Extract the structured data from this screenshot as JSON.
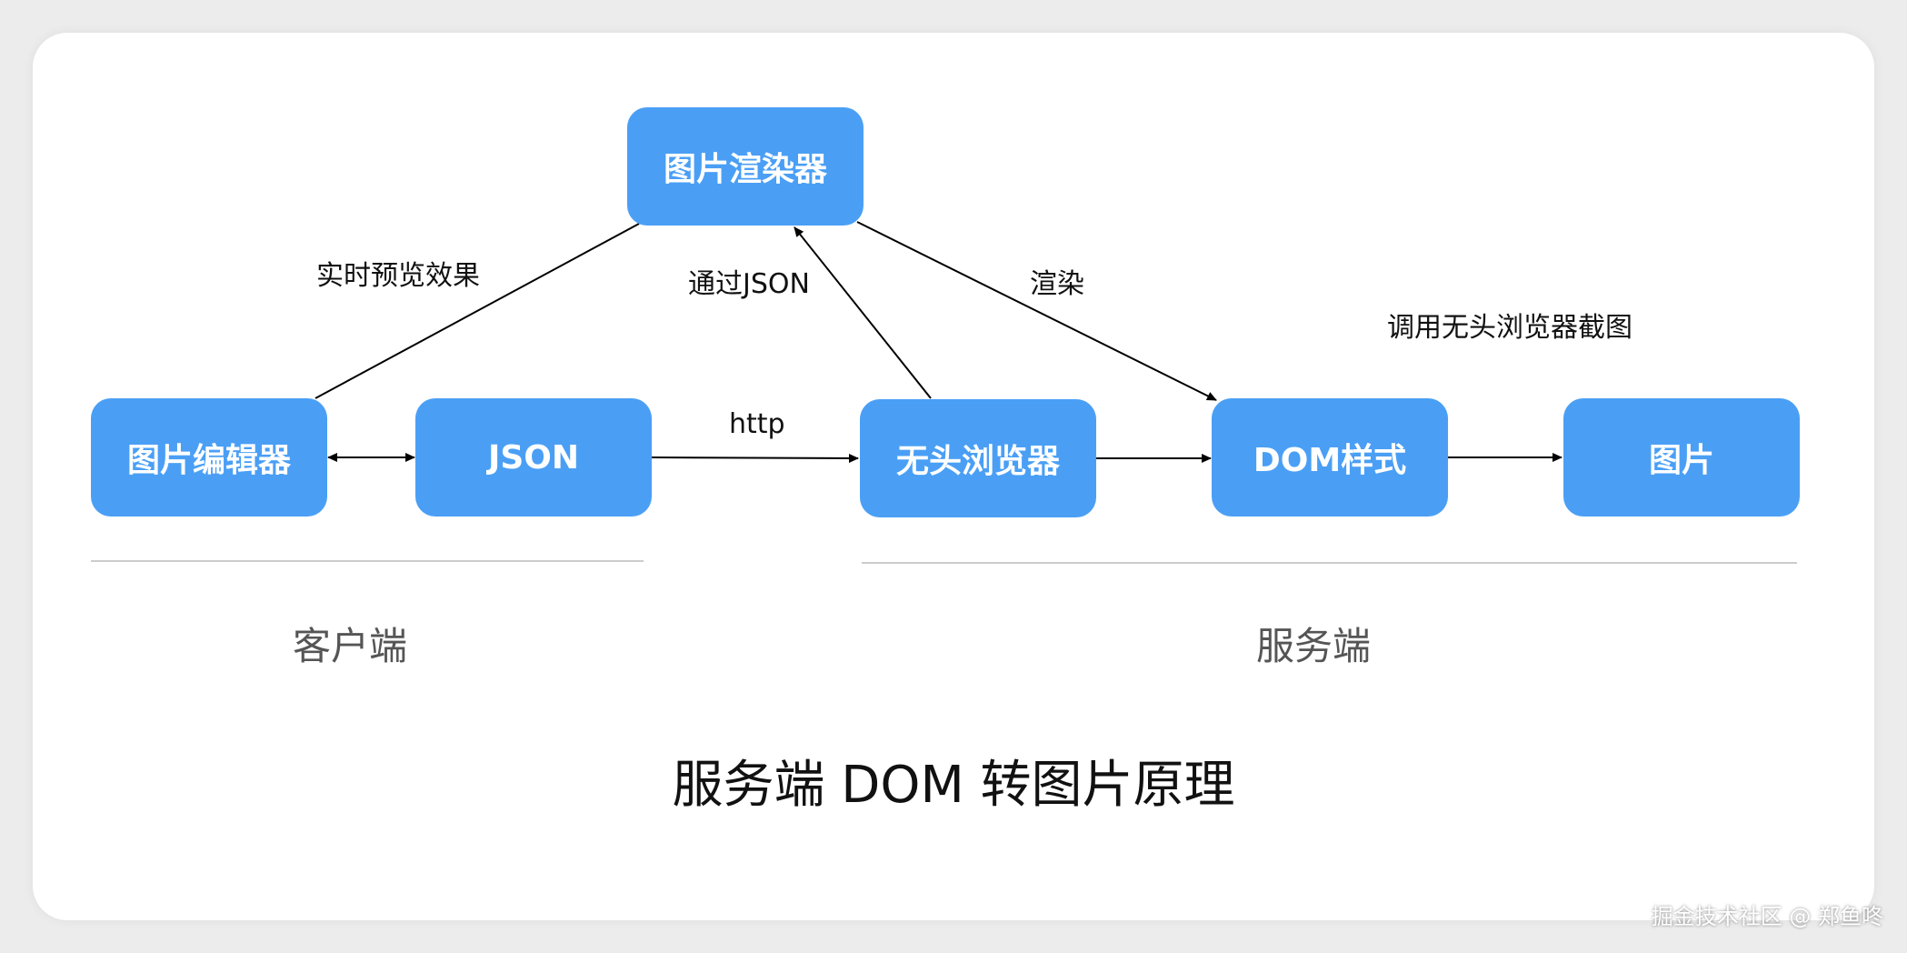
{
  "colors": {
    "node_fill": "#4a9ff5",
    "edge": "#000000",
    "divider": "#cccccc"
  },
  "nodes": {
    "image_editor": "图片编辑器",
    "json": "JSON",
    "headless_browser": "无头浏览器",
    "dom_style": "DOM样式",
    "image": "图片",
    "image_renderer": "图片渲染器"
  },
  "edges": {
    "realtime_preview": "实时预览效果",
    "via_json": "通过JSON",
    "render": "渲染",
    "http": "http",
    "screenshot": "调用无头浏览器截图"
  },
  "sections": {
    "client": "客户端",
    "server": "服务端"
  },
  "title": "服务端 DOM 转图片原理",
  "watermark": "掘金技术社区 @ 郑鱼咚"
}
